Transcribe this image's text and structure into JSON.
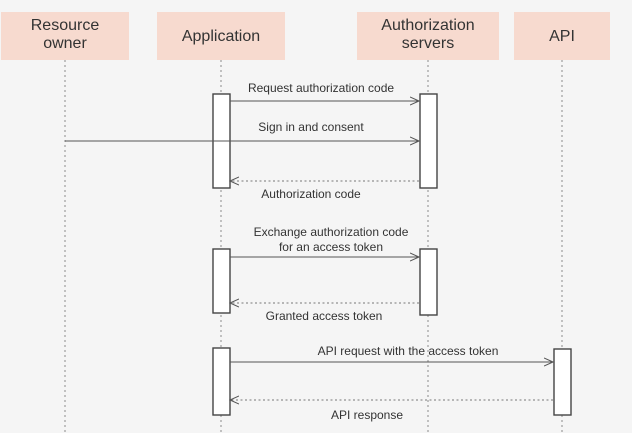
{
  "participants": [
    {
      "id": "resource_owner",
      "lines": [
        "Resource",
        "owner"
      ]
    },
    {
      "id": "application",
      "lines": [
        "Application"
      ]
    },
    {
      "id": "authorization_servers",
      "lines": [
        "Authorization",
        "servers"
      ]
    },
    {
      "id": "api",
      "lines": [
        "API"
      ]
    }
  ],
  "messages": [
    {
      "from": "application",
      "to": "authorization_servers",
      "style": "solid",
      "label": [
        "Request authorization code"
      ]
    },
    {
      "from": "resource_owner",
      "to": "authorization_servers",
      "style": "solid",
      "label": [
        "Sign in and consent"
      ]
    },
    {
      "from": "authorization_servers",
      "to": "application",
      "style": "dashed",
      "label": [
        "Authorization code"
      ]
    },
    {
      "from": "application",
      "to": "authorization_servers",
      "style": "solid",
      "label": [
        "Exchange authorization code",
        "for an access token"
      ]
    },
    {
      "from": "authorization_servers",
      "to": "application",
      "style": "dashed",
      "label": [
        "Granted access token"
      ]
    },
    {
      "from": "application",
      "to": "api",
      "style": "solid",
      "label": [
        "API request with the access token"
      ]
    },
    {
      "from": "api",
      "to": "application",
      "style": "dashed",
      "label": [
        "API response"
      ]
    }
  ],
  "colors": {
    "participant_fill": "#f7dacf",
    "background": "#f5f5f5"
  }
}
